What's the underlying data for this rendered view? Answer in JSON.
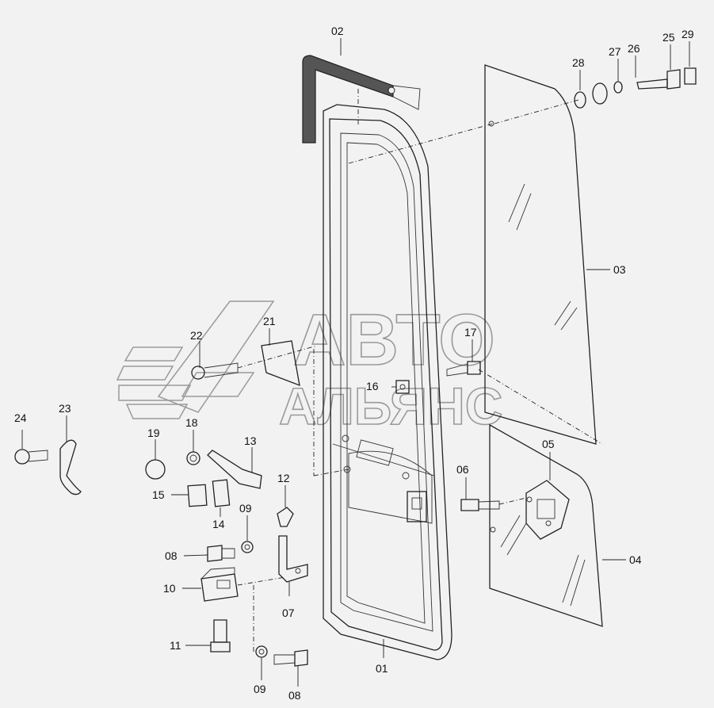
{
  "watermark": {
    "line1": "АВТО",
    "line2": "АЛЬЯНС"
  },
  "colors": {
    "background": "#f2f2f2",
    "ink": "#222222",
    "watermark": "#9a9a9a"
  },
  "callouts": {
    "c01": "01",
    "c02": "02",
    "c03": "03",
    "c04": "04",
    "c05": "05",
    "c06": "06",
    "c07": "07",
    "c08a": "08",
    "c08b": "08",
    "c09a": "09",
    "c09b": "09",
    "c10": "10",
    "c11": "11",
    "c12": "12",
    "c13": "13",
    "c14": "14",
    "c15": "15",
    "c16": "16",
    "c17": "17",
    "c18": "18",
    "c19": "19",
    "c21": "21",
    "c22": "22",
    "c23": "23",
    "c24": "24",
    "c25": "25",
    "c26": "26",
    "c27": "27",
    "c28": "28",
    "c29": "29"
  }
}
